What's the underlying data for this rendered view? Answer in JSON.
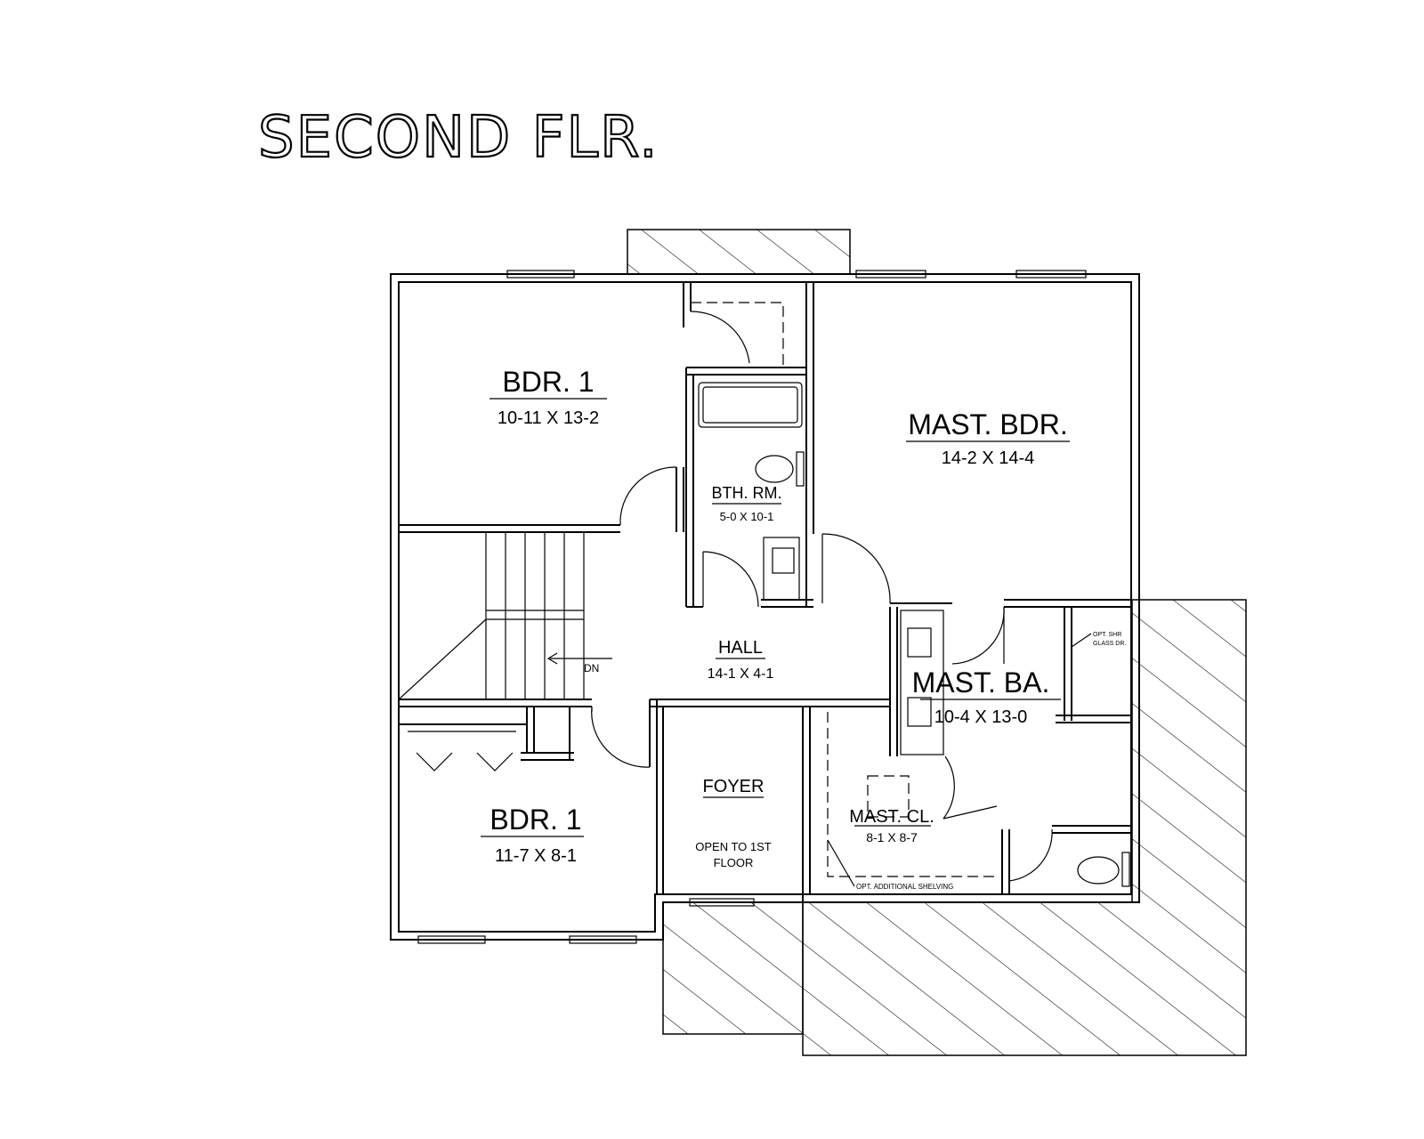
{
  "title": "SECOND FLR.",
  "rooms": {
    "bdr1_top": {
      "name": "BDR. 1",
      "dim": "10-11 X 13-2"
    },
    "mast_bdr": {
      "name": "MAST. BDR.",
      "dim": "14-2 X 14-4"
    },
    "bath": {
      "name": "BTH. RM.",
      "dim": "5-0 X 10-1"
    },
    "hall": {
      "name": "HALL",
      "dim": "14-1 X 4-1"
    },
    "mast_ba": {
      "name": "MAST. BA.",
      "dim": "10-4 X 13-0"
    },
    "foyer": {
      "name": "FOYER",
      "note1": "OPEN TO 1ST",
      "note2": "FLOOR"
    },
    "mast_cl": {
      "name": "MAST. CL.",
      "dim": "8-1 X 8-7"
    },
    "bdr1_bottom": {
      "name": "BDR. 1",
      "dim": "11-7 X 8-1"
    }
  },
  "notes": {
    "stair_dn": "DN",
    "shower_1": "OPT. SHR",
    "shower_2": "GLASS DR.",
    "shelving": "OPT. ADDITIONAL SHELVING"
  }
}
